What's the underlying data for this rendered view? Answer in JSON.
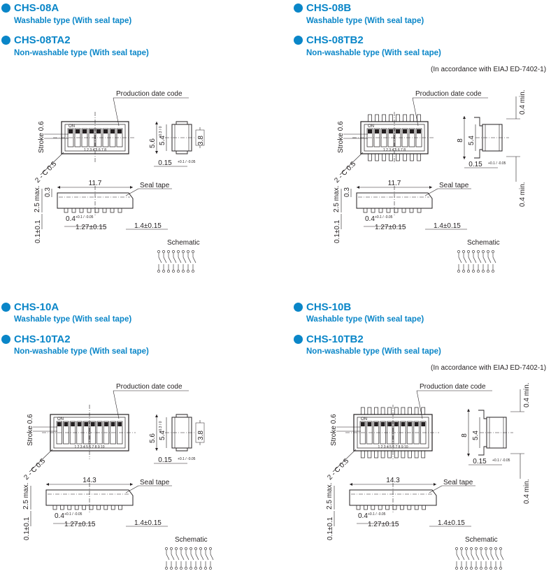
{
  "colors": {
    "accent": "#0a86c8",
    "line": "#231f20"
  },
  "panels": [
    {
      "model_a": "CHS-08A",
      "sub_a": "Washable type (With seal tape)",
      "model_b": "CHS-08TA2",
      "sub_b": "Non-washable type (With seal tape)",
      "note": "",
      "labels": {
        "prod": "Production date code",
        "stroke": "Stroke 0.6",
        "chamfer": "2 - C 0.5",
        "on": "ON",
        "pinnums": "1 2 3 4 5 6 7 8",
        "length": "11.7",
        "seal": "Seal tape",
        "height": "2.5 max.",
        "d03": "0.3",
        "d01": "0.1±0.1",
        "pin_w": "0.4",
        "pin_w_tol": "+0.1 / -0.05",
        "pitch": "1.27±0.15",
        "end": "1.4±0.15",
        "w1": "5.6",
        "w1_tol": "+0.3 / 0",
        "w2": "5.4",
        "w3": "3.8",
        "t": "0.15",
        "t_tol": "+0.1 / -0.05",
        "schematic": "Schematic"
      }
    },
    {
      "model_a": "CHS-08B",
      "sub_a": "Washable type (With seal tape)",
      "model_b": "CHS-08TB2",
      "sub_b": "Non-washable type (With seal tape)",
      "note": "(In accordance with EIAJ ED-7402-1)",
      "labels": {
        "prod": "Production date code",
        "stroke": "Stroke 0.6",
        "chamfer": "2 - C 0.5",
        "on": "ON",
        "pinnums": "1 2 3 4 5 6 7 8",
        "length": "11.7",
        "seal": "Seal tape",
        "height": "2.5 max.",
        "d03": "0.3",
        "d01": "0.1±0.1",
        "pin_w": "0.4",
        "pin_w_tol": "+0.1 / -0.05",
        "pitch": "1.27±0.15",
        "end": "1.4±0.15",
        "w1": "8",
        "w2": "5.4",
        "t": "0.15",
        "t_tol": "+0.1 / -0.05",
        "min1": "0.4 min.",
        "min2": "0.4 min.",
        "schematic": "Schematic"
      }
    },
    {
      "model_a": "CHS-10A",
      "sub_a": "Washable type (With seal tape)",
      "model_b": "CHS-10TA2",
      "sub_b": "Non-washable type (With seal tape)",
      "note": "",
      "labels": {
        "prod": "Production date code",
        "stroke": "Stroke 0.6",
        "chamfer": "2 - C 0.5",
        "on": "ON",
        "pinnums": "1 2 3 4 5 6 7 8 9 10",
        "length": "14.3",
        "seal": "Seal tape",
        "height": "2.5 max.",
        "d03": "",
        "d01": "0.1±0.1",
        "pin_w": "0.4",
        "pin_w_tol": "+0.1 / -0.05",
        "pitch": "1.27±0.15",
        "end": "1.4±0.15",
        "w1": "5.6",
        "w1_tol": "+0.3 / 0",
        "w2": "5.4",
        "w3": "3.8",
        "t": "0.15",
        "t_tol": "+0.1 / -0.05",
        "schematic": "Schematic"
      }
    },
    {
      "model_a": "CHS-10B",
      "sub_a": "Washable type (With seal tape)",
      "model_b": "CHS-10TB2",
      "sub_b": "Non-washable type (With seal tape)",
      "note": "(In accordance with EIAJ ED-7402-1)",
      "labels": {
        "prod": "Production date code",
        "stroke": "Stroke 0.6",
        "chamfer": "2 - C 0.5",
        "on": "ON",
        "pinnums": "1 2 3 4 5 6 7 8 9 10",
        "length": "14.3",
        "seal": "Seal tape",
        "height": "2.5 max.",
        "d03": "",
        "d01": "0.1±0.1",
        "pin_w": "0.4",
        "pin_w_tol": "+0.1 / -0.05",
        "pitch": "1.27±0.15",
        "end": "1.4±0.15",
        "w1": "8",
        "w2": "5.4",
        "t": "0.15",
        "t_tol": "+0.1 / -0.05",
        "min1": "0.4 min.",
        "min2": "0.4 min.",
        "schematic": "Schematic"
      }
    }
  ]
}
